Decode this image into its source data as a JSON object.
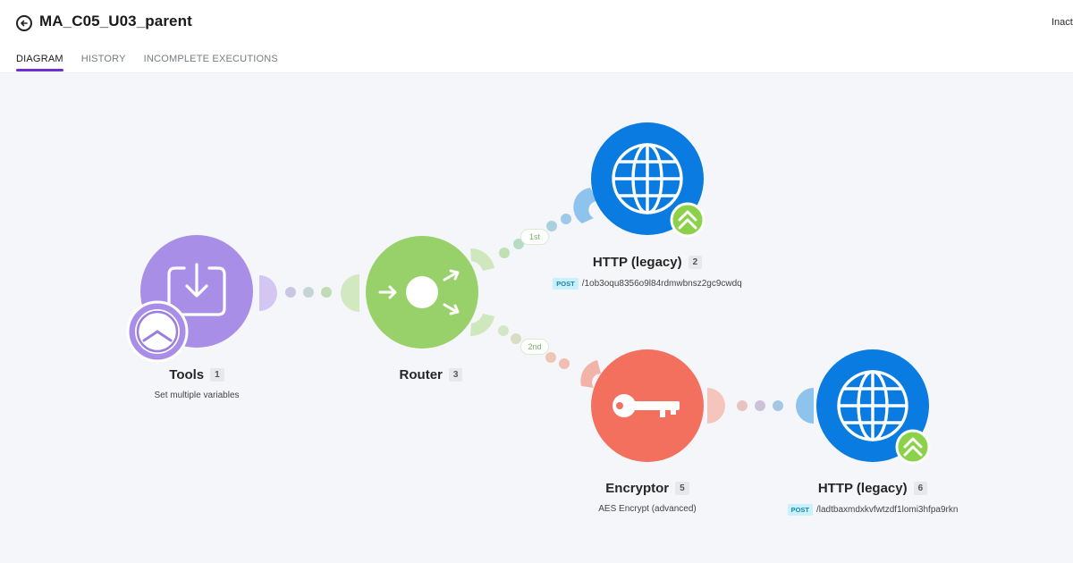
{
  "header": {
    "title": "MA_C05_U03_parent",
    "status": "Inactive",
    "tabs": [
      {
        "label": "DIAGRAM",
        "active": true
      },
      {
        "label": "HISTORY",
        "active": false
      },
      {
        "label": "INCOMPLETE EXECUTIONS",
        "active": false
      }
    ]
  },
  "modules": [
    {
      "name": "Tools",
      "number": "1",
      "subtitle": "Set multiple variables",
      "icon": "download-tray-icon",
      "color": "#a98ee8"
    },
    {
      "name": "HTTP (legacy)",
      "number": "2",
      "method": "POST",
      "subtitle": "/1ob3oqu8356o9l84rdmwbnsz2gc9cwdq",
      "icon": "globe-icon",
      "color": "#0a7be0"
    },
    {
      "name": "Router",
      "number": "3",
      "icon": "router-icon",
      "color": "#98d06a"
    },
    {
      "name": "Encryptor",
      "number": "5",
      "subtitle": "AES Encrypt (advanced)",
      "icon": "key-icon",
      "color": "#f4705e"
    },
    {
      "name": "HTTP (legacy)",
      "number": "6",
      "method": "POST",
      "subtitle": "/ladtbaxmdxkvfwtzdf1lomi3hfpa9rkn",
      "icon": "globe-icon",
      "color": "#0a7be0"
    }
  ],
  "routes": [
    {
      "label": "1st"
    },
    {
      "label": "2nd"
    }
  ],
  "schedule_icon": "clock-icon"
}
